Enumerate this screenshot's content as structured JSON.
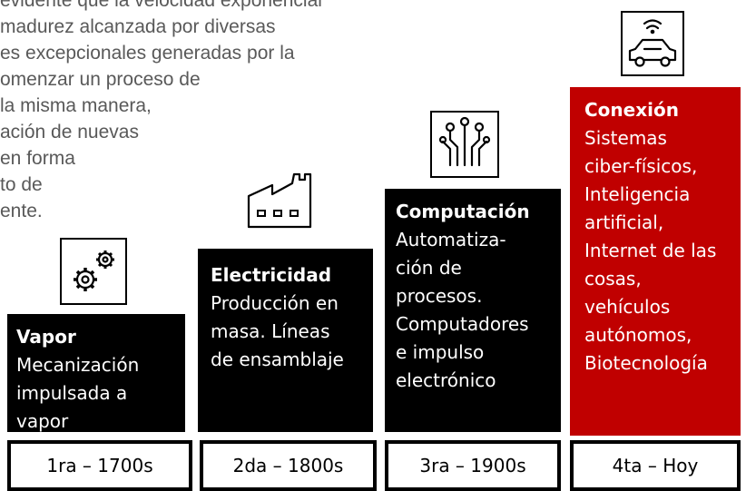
{
  "background_text": [
    "evidente que la velocidad exponencial",
    "madurez alcanzada por diversas",
    "es excepcionales generadas por la",
    "omenzar un proceso de",
    "la misma manera,",
    "ación de nuevas",
    "en forma",
    "to de",
    "ente."
  ],
  "steps": [
    {
      "title": "Vapor",
      "desc": [
        "Mecanización",
        "impulsada a",
        "vapor"
      ],
      "era": "1ra – 1700s",
      "icon": "gears-icon",
      "color": "#000000"
    },
    {
      "title": "Electricidad",
      "desc": [
        "Producción en",
        "masa. Líneas",
        "de ensamblaje"
      ],
      "era": "2da – 1800s",
      "icon": "factory-icon",
      "color": "#000000"
    },
    {
      "title": "Computación",
      "desc": [
        "Automatiza-",
        "ción de",
        "procesos.",
        "Computadores",
        "e impulso",
        "electrónico"
      ],
      "era": "3ra – 1900s",
      "icon": "circuit-icon",
      "color": "#000000"
    },
    {
      "title": "Conexión",
      "desc": [
        "Sistemas",
        "ciber-físicos,",
        "Inteligencia",
        "artificial,",
        "Internet de las",
        "cosas,",
        "vehículos",
        "autónomos,",
        "Biotecnología"
      ],
      "era": "4ta – Hoy",
      "icon": "connected-car-icon",
      "color": "#C00000"
    }
  ]
}
